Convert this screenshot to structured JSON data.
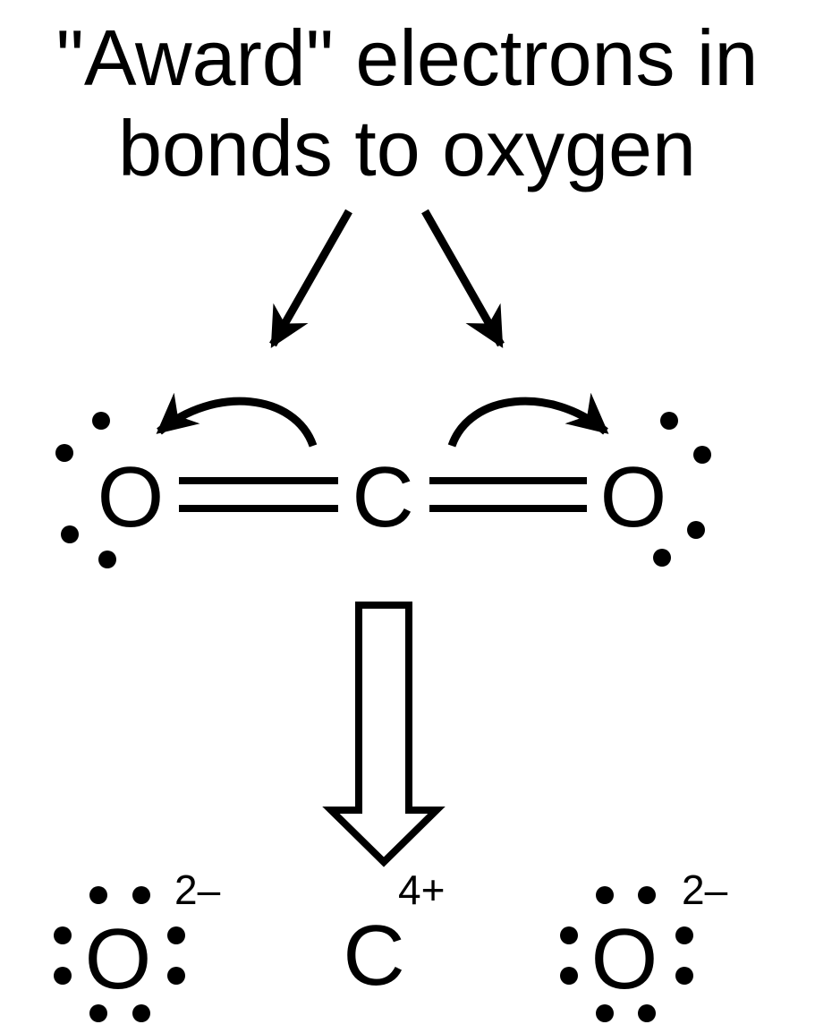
{
  "title": {
    "line1": "\"Award\" electrons in",
    "line2": "bonds to oxygen"
  },
  "molecule": {
    "left_atom": "O",
    "center_atom": "C",
    "right_atom": "O"
  },
  "ions": {
    "left_atom": "O",
    "left_charge": "2–",
    "center_atom": "C",
    "center_charge": "4+",
    "right_atom": "O",
    "right_charge": "2–"
  },
  "colors": {
    "ink": "#000000",
    "background": "#ffffff"
  }
}
